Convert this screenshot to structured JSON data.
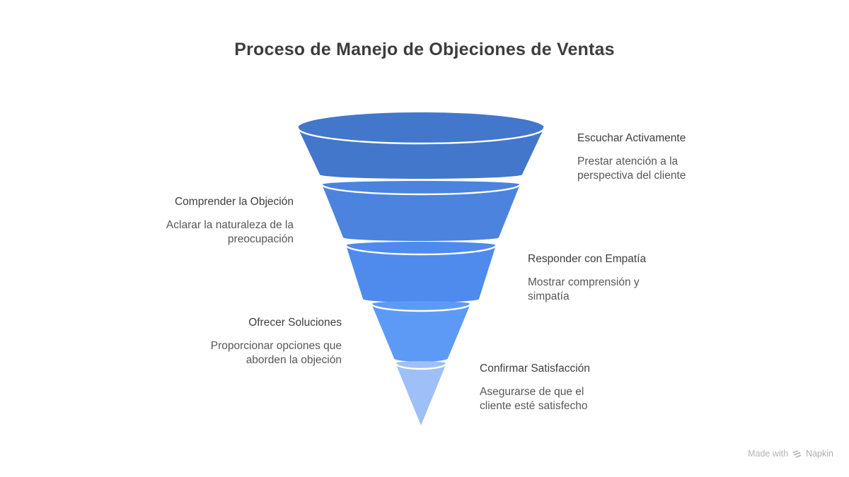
{
  "title": "Proceso de Manejo de Objeciones de Ventas",
  "diagram": {
    "type": "funnel",
    "direction": "top-down",
    "stages": [
      {
        "label": "Escuchar Activamente",
        "description": "Prestar atención a la perspectiva del cliente",
        "side": "right",
        "color": "#4377cb"
      },
      {
        "label": "Comprender la Objeción",
        "description": "Aclarar la naturaleza de la preocupación",
        "side": "left",
        "color": "#4c83de"
      },
      {
        "label": "Responder con Empatía",
        "description": "Mostrar comprensión y simpatía",
        "side": "right",
        "color": "#4e8bec"
      },
      {
        "label": "Ofrecer Soluciones",
        "description": "Proporcionar opciones que aborden la objeción",
        "side": "left",
        "color": "#5d9af6"
      },
      {
        "label": "Confirmar Satisfacción",
        "description": "Asegurarse de que el cliente esté satisfecho",
        "side": "right",
        "color": "#9fbff8"
      }
    ],
    "rim_highlight_color": "#ffffff"
  },
  "footer": {
    "made_with": "Made with",
    "brand": "Napkin"
  },
  "colors": {
    "background": "#ffffff",
    "title_text": "#3d3d3d",
    "label_heading": "#3e3e3e",
    "label_description": "#575757",
    "footer_text": "#b4b4b4"
  }
}
